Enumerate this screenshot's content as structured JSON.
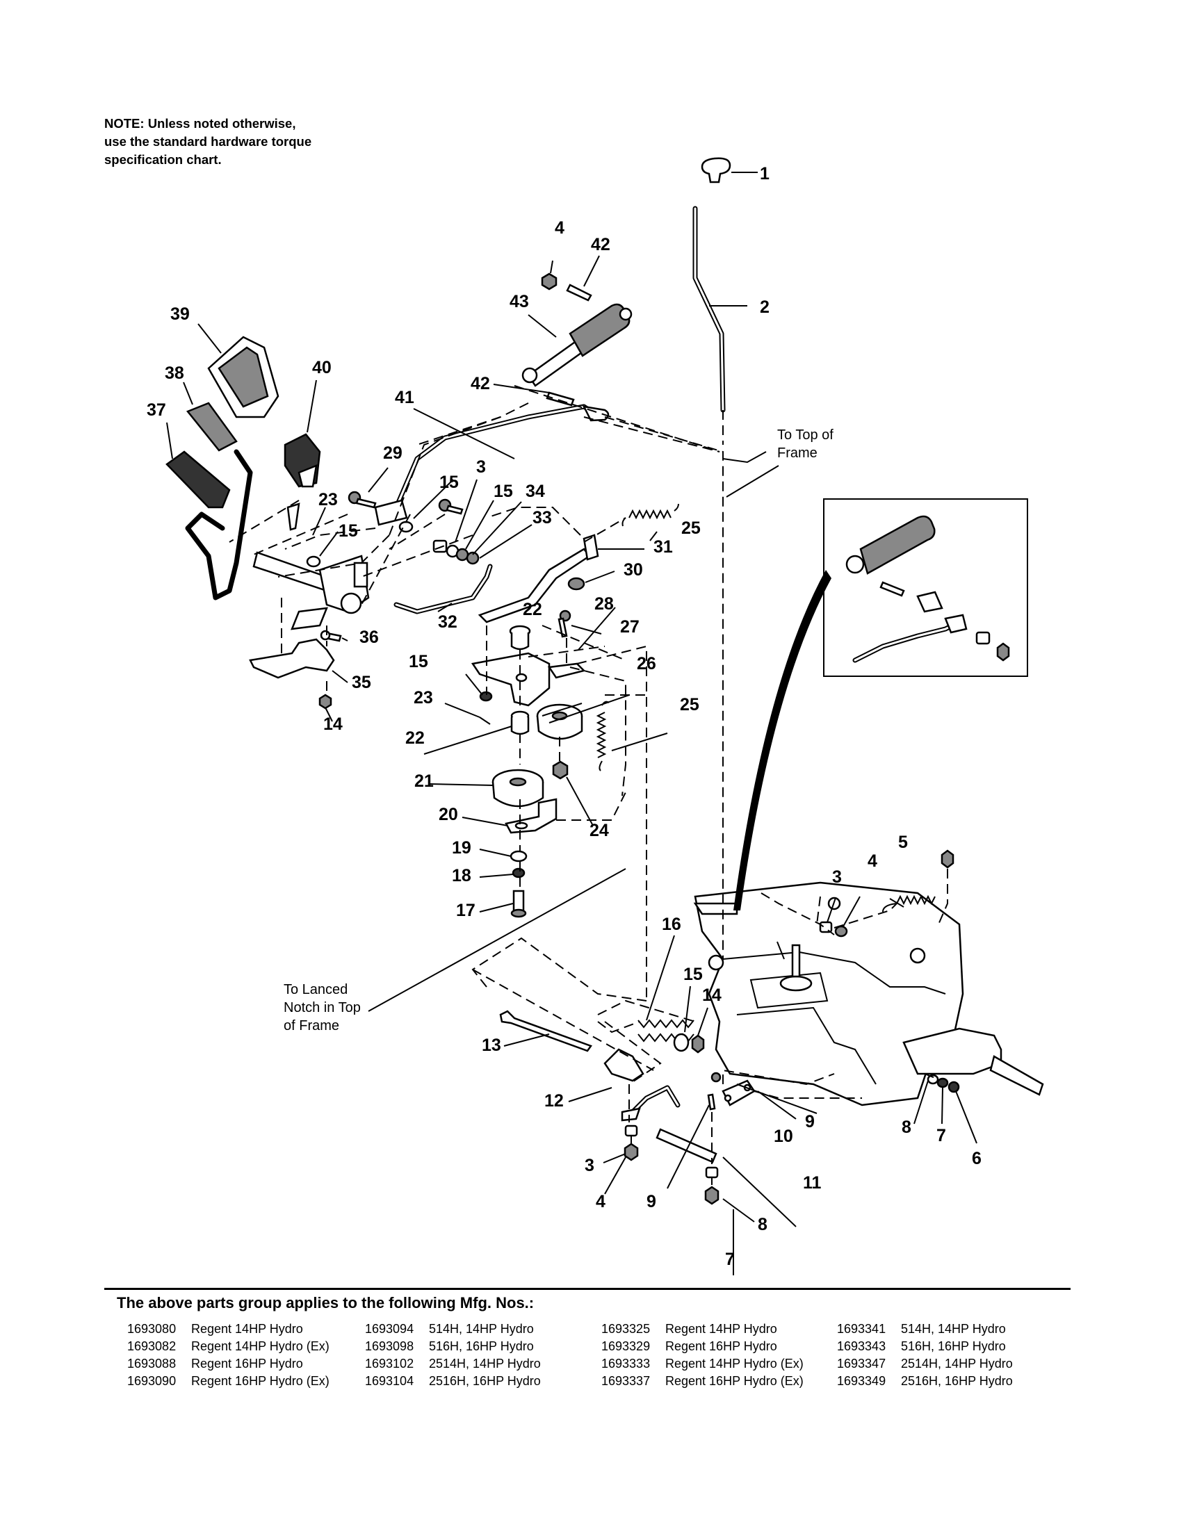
{
  "note": {
    "lines": [
      "NOTE: Unless noted otherwise,",
      "use the standard hardware torque",
      "specification chart."
    ]
  },
  "callouts": {
    "to_top_of_frame": [
      "To Top of",
      "Frame"
    ],
    "to_lanced_notch": [
      "To Lanced",
      "Notch in Top",
      "of Frame"
    ]
  },
  "part_numbers": {
    "p1": "1",
    "p2": "2",
    "p3a": "3",
    "p3b": "3",
    "p3c": "3",
    "p4a": "4",
    "p4b": "4",
    "p4c": "4",
    "p5": "5",
    "p6": "6",
    "p7a": "7",
    "p7b": "7",
    "p8a": "8",
    "p8b": "8",
    "p9a": "9",
    "p9b": "9",
    "p10": "10",
    "p11": "11",
    "p12": "12",
    "p13": "13",
    "p14a": "14",
    "p14b": "14",
    "p15a": "15",
    "p15b": "15",
    "p15c": "15",
    "p15d": "15",
    "p15e": "15",
    "p16": "16",
    "p17": "17",
    "p18": "18",
    "p19": "19",
    "p20": "20",
    "p21": "21",
    "p22a": "22",
    "p22b": "22",
    "p23a": "23",
    "p23b": "23",
    "p24": "24",
    "p25a": "25",
    "p25b": "25",
    "p26": "26",
    "p27": "27",
    "p28": "28",
    "p29": "29",
    "p30": "30",
    "p31": "31",
    "p32": "32",
    "p33": "33",
    "p34": "34",
    "p35": "35",
    "p36": "36",
    "p37": "37",
    "p38": "38",
    "p39": "39",
    "p40": "40",
    "p41": "41",
    "p42a": "42",
    "p42b": "42",
    "p43": "43"
  },
  "mfg": {
    "title": "The above parts group applies to the following Mfg. Nos.:",
    "columns": [
      [
        {
          "no": "1693080",
          "desc": "Regent 14HP Hydro"
        },
        {
          "no": "1693082",
          "desc": "Regent 14HP Hydro (Ex)"
        },
        {
          "no": "1693088",
          "desc": "Regent 16HP Hydro"
        },
        {
          "no": "1693090",
          "desc": "Regent 16HP Hydro (Ex)"
        }
      ],
      [
        {
          "no": "1693094",
          "desc": "514H, 14HP Hydro"
        },
        {
          "no": "1693098",
          "desc": "516H, 16HP Hydro"
        },
        {
          "no": "1693102",
          "desc": "2514H, 14HP Hydro"
        },
        {
          "no": "1693104",
          "desc": "2516H, 16HP Hydro"
        }
      ],
      [
        {
          "no": "1693325",
          "desc": "Regent 14HP Hydro"
        },
        {
          "no": "1693329",
          "desc": "Regent 16HP Hydro"
        },
        {
          "no": "1693333",
          "desc": "Regent 14HP Hydro (Ex)"
        },
        {
          "no": "1693337",
          "desc": "Regent 16HP Hydro (Ex)"
        }
      ],
      [
        {
          "no": "1693341",
          "desc": "514H, 14HP Hydro"
        },
        {
          "no": "1693343",
          "desc": "516H, 16HP Hydro"
        },
        {
          "no": "1693347",
          "desc": "2514H, 14HP Hydro"
        },
        {
          "no": "1693349",
          "desc": "2516H, 16HP Hydro"
        }
      ]
    ]
  }
}
